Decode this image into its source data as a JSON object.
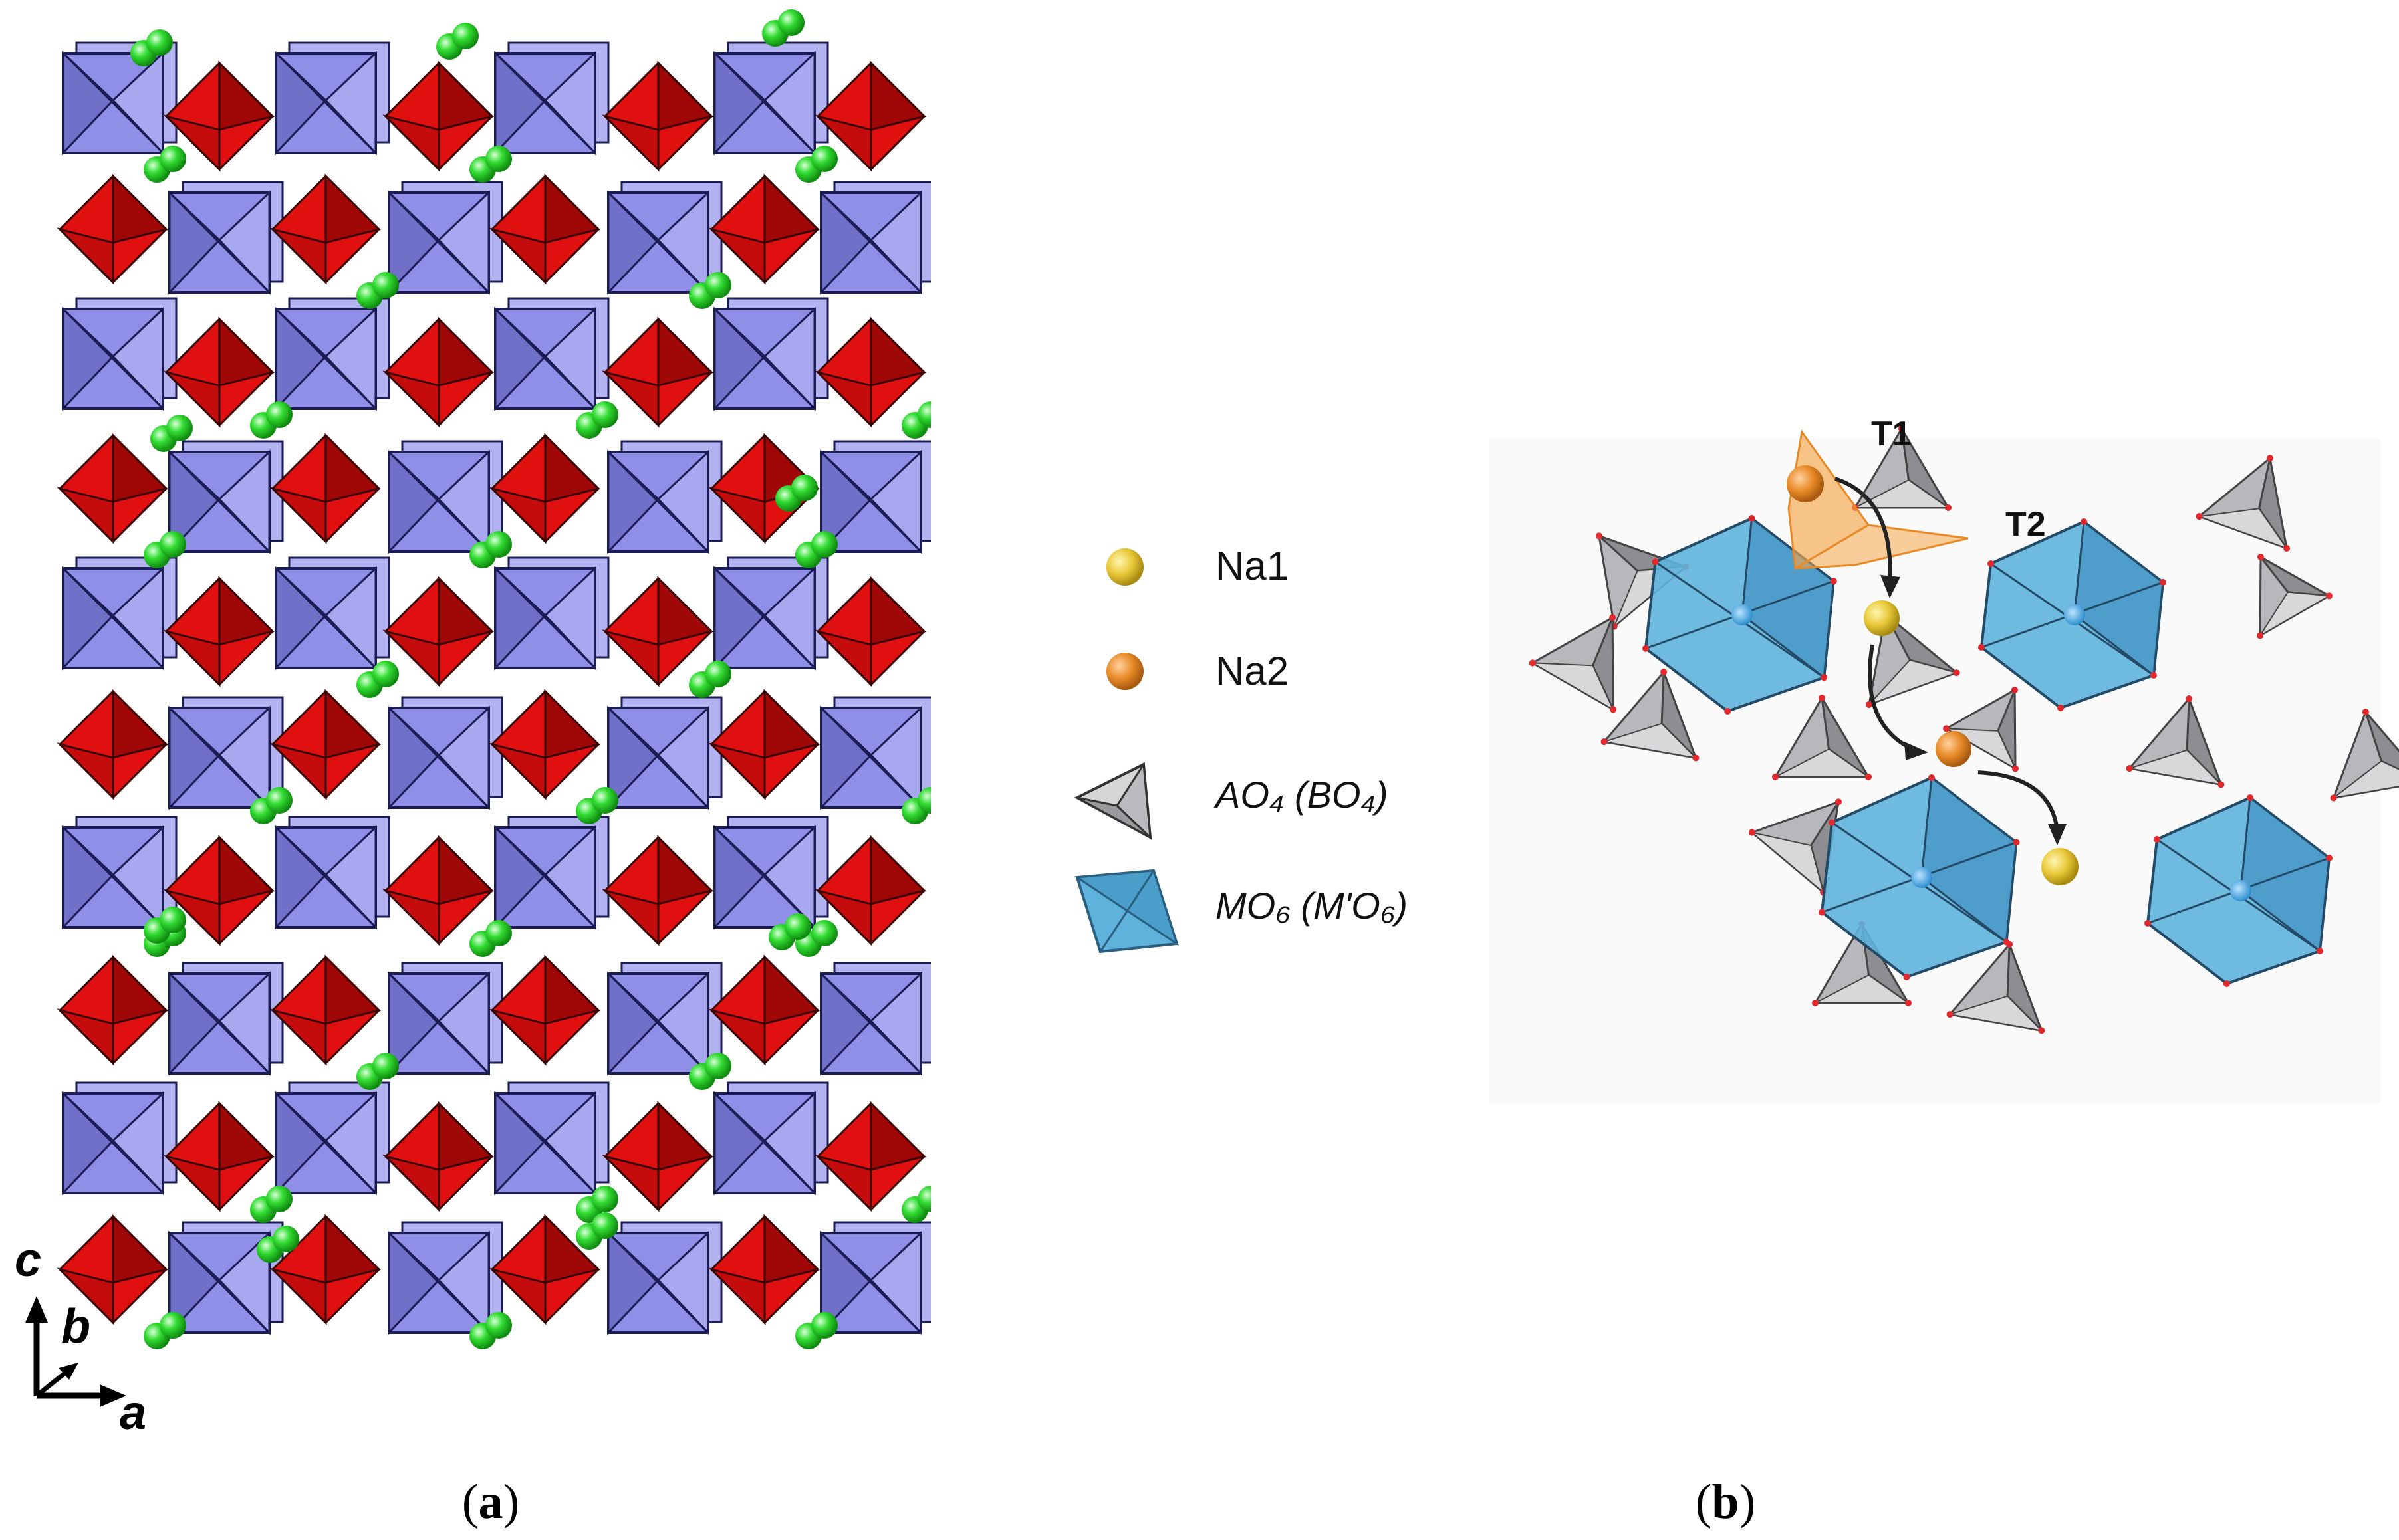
{
  "panel_a": {
    "axes": {
      "c": "c",
      "b": "b",
      "a": "a"
    }
  },
  "panel_b": {
    "site_labels": {
      "t1": "T1",
      "t2": "T2"
    },
    "legend": [
      {
        "label": "Na1",
        "symbol": "yellow-sphere"
      },
      {
        "label": "Na2",
        "symbol": "orange-sphere"
      },
      {
        "label": "AO₄ (BO₄)",
        "symbol": "gray-tetrahedron"
      },
      {
        "label": "MO₆ (M'O₆)",
        "symbol": "blue-octahedron"
      }
    ]
  },
  "captions": {
    "a": "a",
    "b": "b"
  },
  "colors": {
    "octahedron_purple": "#8f8fe8",
    "tetrahedron_red": "#e01010",
    "na_green": "#33dd33",
    "na1_yellow": "#e8c838",
    "na2_orange": "#e88a28",
    "octahedron_blue": "#5fb2dc",
    "tetrahedron_gray": "#b8b8bc",
    "oxygen_red": "#e0282d"
  }
}
